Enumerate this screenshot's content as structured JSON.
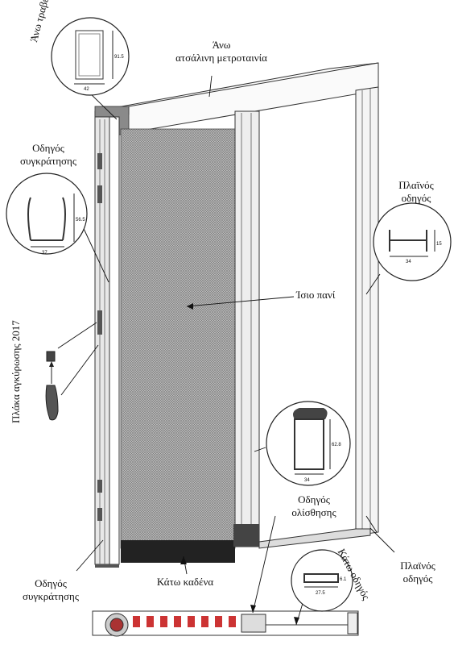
{
  "labels": {
    "top_rail": "Άνω τραβέρσα",
    "top_measure_line1": "Άνω",
    "top_measure_line2": "ατσάλινη μετροταινία",
    "retain_guide_top_line1": "Οδηγός",
    "retain_guide_top_line2": "συγκράτησης",
    "side_guide_right_line1": "Πλαϊνός",
    "side_guide_right_line2": "οδηγός",
    "flat_cloth": "Ίσιο πανί",
    "lock_plate": "Πλάκα αγκύρωσης 2017",
    "slide_guide_line1": "Οδηγός",
    "slide_guide_line2": "ολίσθησης",
    "bottom_guide": "Κάτω οδηγός",
    "side_guide_bottom_line1": "Πλαϊνός",
    "side_guide_bottom_line2": "οδηγός",
    "retain_guide_bottom_line1": "Οδηγός",
    "retain_guide_bottom_line2": "συγκράτησης",
    "bottom_chain": "Κάτω καδένα"
  },
  "dimensions": {
    "top_rail_width": "42",
    "top_rail_height": "91.5",
    "retain_width": "37",
    "retain_height": "56.5",
    "side_width": "34",
    "side_height": "15",
    "slide_width": "34",
    "slide_height": "62.8",
    "bottom_width": "27.5",
    "bottom_height": "6.1"
  }
}
